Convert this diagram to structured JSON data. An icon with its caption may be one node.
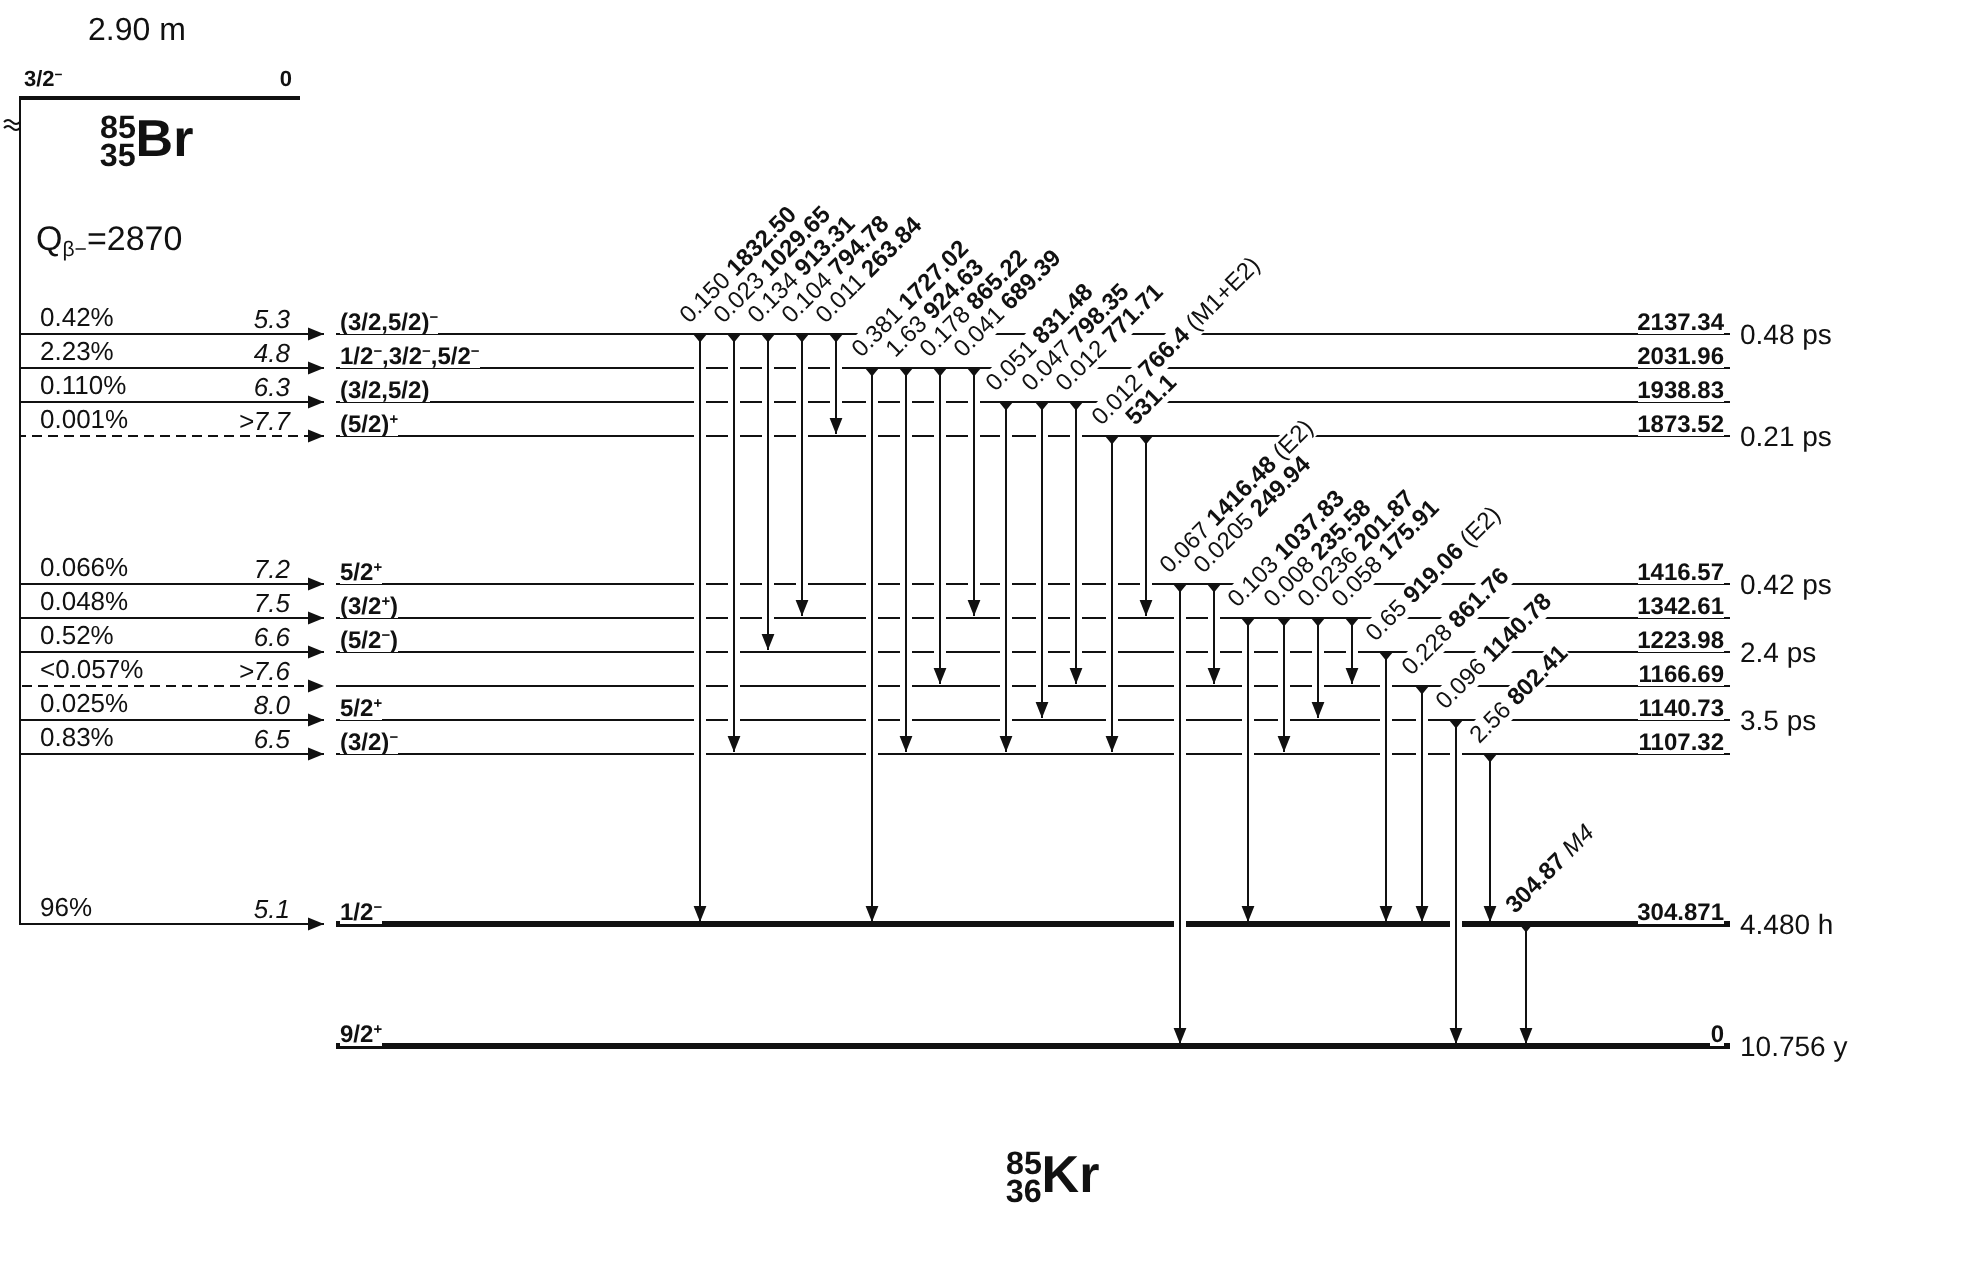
{
  "diagram": {
    "nodes": [
      {
        "text": [
          "3/2$^{−}$",
          "0"
        ],
        "beside": [
          "2.90 m"
        ]
      },
      {
        "text": [
          "(3/2,5/2)$^{−}$",
          "2137.34"
        ],
        "beside": [
          "0.48 ps"
        ]
      },
      {
        "text": [
          "1/2$^{−}$,3/2$^{−}$,5/2$^{−}$",
          "2031.96"
        ]
      },
      {
        "text": [
          "(3/2,5/2)",
          "1938.83"
        ]
      },
      {
        "text": [
          "(5/2)$^{+}$",
          "1873.52"
        ],
        "beside": [
          "0.21 ps"
        ]
      },
      {
        "text": [
          "5/2$^{+}$",
          "1416.57"
        ],
        "beside": [
          "0.42 ps"
        ]
      },
      {
        "text": [
          "(3/2$^{+}$)",
          "1342.61"
        ]
      },
      {
        "text": [
          "(5/2$^{−}$)",
          "1223.98"
        ],
        "beside": [
          "2.4 ps"
        ]
      },
      {
        "text": [
          "1166.69"
        ]
      },
      {
        "text": [
          "5/2$^{+}$",
          "1140.73"
        ],
        "beside": [
          "3.5 ps"
        ]
      },
      {
        "text": [
          "(3/2)$^{−}$",
          "1107.32"
        ]
      },
      {
        "text": [
          "1/2$^{−}$",
          "304.871"
        ],
        "beside": [
          "4.480 h"
        ]
      },
      {
        "text": [
          "9/2$^{+}$",
          "0"
        ],
        "beside": [
          "10.756 y"
        ]
      }
    ],
    "edges": [
      {
        "from": 0,
        "to": 1,
        "arrow": "to",
        "label": "0.42%"
      },
      {
        "from": 0,
        "to": 2,
        "arrow": "to",
        "label": "2.23%"
      },
      {
        "from": 0,
        "to": 3,
        "arrow": "to",
        "label": "0.110%"
      },
      {
        "from": 0,
        "to": 4,
        "arrow": "to",
        "label": "0.001%",
        "style": "dashed"
      },
      {
        "from": 0,
        "to": 5,
        "arrow": "to",
        "label": "0.066%"
      },
      {
        "from": 0,
        "to": 6,
        "arrow": "to",
        "label": "0.048%"
      },
      {
        "from": 0,
        "to": 7,
        "arrow": "to",
        "label": "0.52%"
      },
      {
        "from": 0,
        "to": 8,
        "arrow": "to",
        "label": "<0.057%",
        "style": "dashed"
      },
      {
        "from": 0,
        "to": 9,
        "arrow": "to",
        "label": "0.025%"
      },
      {
        "from": 0,
        "to": 10,
        "arrow": "to",
        "label": "0.83%"
      },
      {
        "from": 0,
        "to": 11,
        "arrow": "to",
        "label": "96%"
      },
      {
        "from": 1,
        "to": 11,
        "arrow": "to",
        "label": "0.150 **1832.50**"
      },
      {
        "from": 1,
        "to": 10,
        "arrow": "to",
        "label": "0.023 **1029.65**"
      },
      {
        "from": 1,
        "to": 7,
        "arrow": "to",
        "label": "0.134 **913.31**"
      },
      {
        "from": 1,
        "to": 6,
        "arrow": "to",
        "label": "0.104 **794.78**"
      },
      {
        "from": 1,
        "to": 4,
        "arrow": "to",
        "label": "0.011 **263.84**"
      },
      {
        "from": 2,
        "to": 11,
        "arrow": "to",
        "label": "0.381 **1727.02**"
      },
      {
        "from": 2,
        "to": 10,
        "arrow": "to",
        "label": "1.63 **924.63**"
      },
      {
        "from": 2,
        "to": 8,
        "arrow": "to",
        "label": "0.178 **865.22**"
      },
      {
        "from": 2,
        "to": 6,
        "arrow": "to",
        "label": "0.041 **689.39**"
      },
      {
        "from": 3,
        "to": 10,
        "arrow": "to",
        "label": "0.051 **831.48**"
      },
      {
        "from": 3,
        "to": 9,
        "arrow": "to",
        "label": "0.047 **798.35**"
      },
      {
        "from": 3,
        "to": 8,
        "arrow": "to",
        "label": "0.012 **771.71**"
      },
      {
        "from": 4,
        "to": 10,
        "arrow": "to",
        "label": "0.012 **766.4** (M1+E2)"
      },
      {
        "from": 4,
        "to": 6,
        "arrow": "to",
        "label": "**531.1**"
      },
      {
        "from": 5,
        "to": 12,
        "arrow": "to",
        "label": "0.067 **1416.48** (E2)"
      },
      {
        "from": 5,
        "to": 8,
        "arrow": "to",
        "label": "0.0205 **249.94**"
      },
      {
        "from": 6,
        "to": 11,
        "arrow": "to",
        "label": "0.103 **1037.83**"
      },
      {
        "from": 6,
        "to": 10,
        "arrow": "to",
        "label": "0.008 **235.58**"
      },
      {
        "from": 6,
        "to": 9,
        "arrow": "to",
        "label": "0.0236 **201.87**"
      },
      {
        "from": 6,
        "to": 8,
        "arrow": "to",
        "label": "0.058 **175.91**"
      },
      {
        "from": 7,
        "to": 11,
        "arrow": "to",
        "label": "0.65 **919.06** (E2)"
      },
      {
        "from": 8,
        "to": 11,
        "arrow": "to",
        "label": "0.228 **861.76**"
      },
      {
        "from": 9,
        "to": 12,
        "arrow": "to",
        "label": "0.096 **1140.78**"
      },
      {
        "from": 10,
        "to": 11,
        "arrow": "to",
        "label": "2.56 **802.41**"
      },
      {
        "from": 11,
        "to": 12,
        "arrow": "to",
        "label": "**304.87** *M4*"
      }
    ],
    "labels": [
      "$^{85}$$_{35}$Br",
      "Q$_{β−}$=2870",
      "5.3",
      "4.8",
      "6.3",
      ">7.7",
      "7.2",
      "7.5",
      "6.6",
      ">7.6",
      "8.0",
      "6.5",
      "5.1",
      "$^{85}$$_{36}$Kr"
    ]
  }
}
